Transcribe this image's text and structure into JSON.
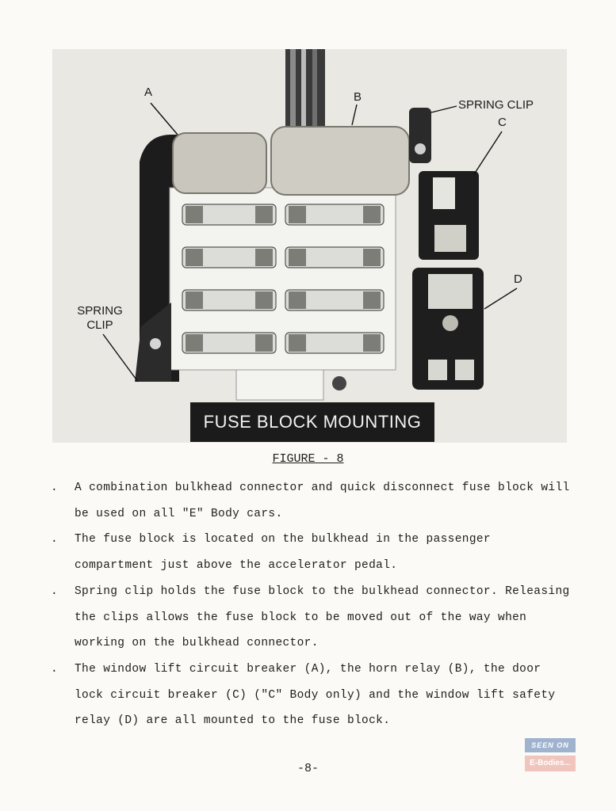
{
  "figure": {
    "banner": "FUSE BLOCK MOUNTING",
    "caption": "FIGURE - 8",
    "callouts": {
      "a": "A",
      "b": "B",
      "c": "C",
      "d": "D",
      "spring_clip_right": "SPRING CLIP",
      "spring_clip_left_1": "SPRING",
      "spring_clip_left_2": "CLIP"
    }
  },
  "bullets": [
    {
      "marker": ".",
      "text": "A combination bulkhead connector and quick disconnect fuse block will be used on all \"E\" Body cars."
    },
    {
      "marker": ".",
      "text": "The fuse block is located on the bulkhead in the passenger compartment just above the accelerator pedal."
    },
    {
      "marker": ".",
      "text": "Spring clip holds the fuse block to the bulkhead connector. Releasing the clips allows the fuse block to be moved out of the way when working on the bulkhead connector."
    },
    {
      "marker": ".",
      "text": "The window lift circuit breaker (A), the horn relay (B), the door lock circuit breaker (C) (\"C\" Body only) and the window lift safety relay (D) are all mounted to the fuse block."
    }
  ],
  "page_number": "-8-",
  "watermark": {
    "line1": "SEEN ON",
    "line2": "E-Bodies..."
  },
  "colors": {
    "paper": "#fbfaf6",
    "photo_bg": "#e9e8e3",
    "banner_bg": "#1b1b1b"
  }
}
